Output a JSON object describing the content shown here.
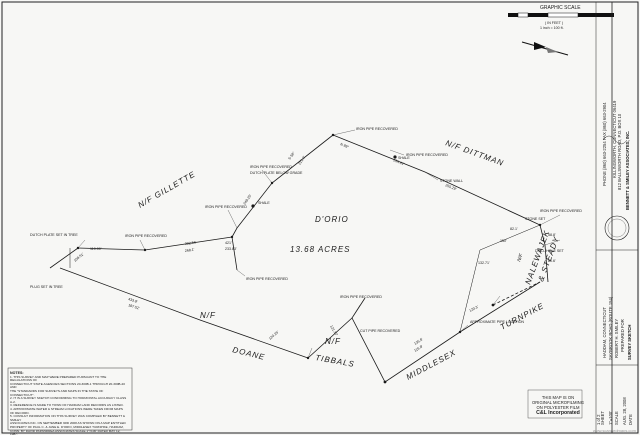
{
  "graphic_scale": {
    "title": "GRAPHIC SCALE",
    "units": "( IN FEET )",
    "ratio": "1 inch = 100 ft."
  },
  "parcel": {
    "owner": "D'ORIO",
    "area": "13.68 ACRES"
  },
  "labels": {
    "dittman": "N/F  DITTMAN",
    "gillette": "N/F  GILLETTE",
    "doane_nf": "N/F",
    "doane": "DOANE",
    "tibbals_nf": "N/F",
    "tibbals": "TIBBALS",
    "middlesex": "MIDDLESEX",
    "turnpike": "TURNPIKE",
    "nalewajek_nf": "N/F",
    "nalewajek": "NALEWAJEK",
    "steady": "& STEADY"
  },
  "bearings": {
    "b1": "N 89°",
    "b2": "234.41'",
    "b3": "255.29'",
    "b4": "S 58°",
    "b5": "221.7'",
    "b6": "249.25'",
    "b7": "322.56'",
    "b8": "268.1'",
    "b9": "421'",
    "b10": "233.83'",
    "b11": "433.9'",
    "b12": "187.52'",
    "b13": "120.25'",
    "b14": "121.37'",
    "b15": "135.6'",
    "b16": "116.8'",
    "b17": "108.51'",
    "b18": "110.00'",
    "b19": "120.3'",
    "b20": "132.71'",
    "b21": "150'",
    "b22": "82.1'",
    "b23": "58.8'",
    "b24": "80.6'"
  },
  "callouts": {
    "pipe1": "IRON PIPE RECOVERED",
    "pipe2": "IRON PIPE RECOVERED",
    "pipe3": "IRON PIPE RECOVERED",
    "pipe4": "IRON PIPE RECOVERED",
    "pipe5": "IRON PIPE RECOVERED",
    "pipe6": "IRON PIPE RECOVERED",
    "pipe7": "IRON PIPE RECOVERED",
    "pipe8": "IRON PIPE RECOVERED",
    "drill": "DRILL HOLE SET",
    "shale": "SHALE",
    "shale2": "SHALE",
    "stone_wall": "STONE WALL",
    "approx": "APPROXIMATE PIPE LOCATION",
    "plug": "PLUG SET IN TREE",
    "cut": "CUT PIPE RECOVERED",
    "dutch_plate": "DUTCH PLATE BELOW GRADE",
    "tree": "DUTCH PLATE SET IN TREE",
    "stone_set": "STONE SET"
  },
  "title_block": {
    "firm": "BENNETT & SMILEY ASSOCIATES, INC.",
    "address": "812 BALLSWORTH ROAD, P.O. BOX 10",
    "town": "KILLINGWORTH, CONNECTICUT 06419",
    "phone": "PHONE (860) 663-2254   FAX (860) 663-2904",
    "sketch_title": "SURVEY SKETCH",
    "prepared_for": "PREPARED FOR",
    "client": "ROBERT H. SMILEY",
    "road": "SAYBROOK ROAD (ROUTE 154)",
    "town2": "HADDAM, CONNECTICUT",
    "date_label": "DATE",
    "date": "AUG. 28, 2008",
    "scale_label": "SCALE",
    "scale": "1\"=100'",
    "sheet_label": "SHEET",
    "sheet": "1 of 2"
  },
  "notes": {
    "title": "NOTES:",
    "lines": [
      "1. THIS SURVEY AND MAP WERE PREPARED PURSUANT TO THE REGULATIONS OF",
      "CONNECTICUT STATE AGENCIES SECTIONS 20-300B-1 THROUGH 20-300B-20 AND",
      "THE \"STANDARDS FOR SURVEYS AND MAPS IN THE STATE OF CONNECTICUT\".",
      "2. IT IS A SURVEY SKETCH CONFORMING TO HORIZONTAL ACCURACY CLASS A-2.",
      "3. REFERENCE IS MADE TO TOWN OF HADDAM LAND RECORDS AS LISTED.",
      "4. APPROXIMATE WATER & STREAM LOCATIONS WERE TAKEN FROM MAPS OF RECORD.",
      "5. CONSULT INFORMATION ON THIS SURVEY WAS COMPILED BY BENNETT & SMILEY",
      "ASSOCIATES INC. ON SEPTEMBER 3RD 2008 AS SHOWN ON A MAP ENTITLED",
      "PROPERTY OF PAUL C. & JANE E. D'ORIO, MIDDLESEX TURNPIKE, HADDAM,",
      "CONN. BY DAVID PAPANDREA ASSOCIATES SCALE 1\"=100' DATED MAY 12,",
      "1987."
    ]
  },
  "stamp": {
    "line1": "THIS MAP IS ON",
    "line2": "ORIGINAL MICROFILMING",
    "line3": "ON POLYESTER FILM",
    "company": "C&L Incorporated"
  },
  "footer": "www.scannedmaps.com"
}
